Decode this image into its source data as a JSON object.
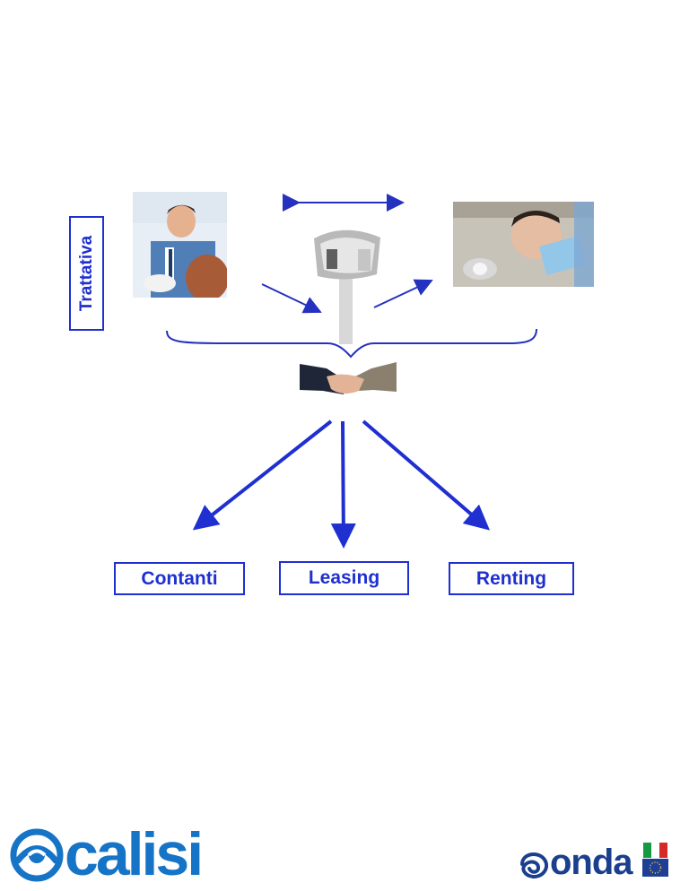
{
  "side_label": "Trattativa",
  "options": {
    "cash": "Contanti",
    "leasing": "Leasing",
    "renting": "Renting"
  },
  "logos": {
    "left": "calisi",
    "right": "onda"
  },
  "colors": {
    "accent": "#1f2fd0",
    "calisi_blue": "#1674c6",
    "onda_blue": "#1b3f8f"
  }
}
